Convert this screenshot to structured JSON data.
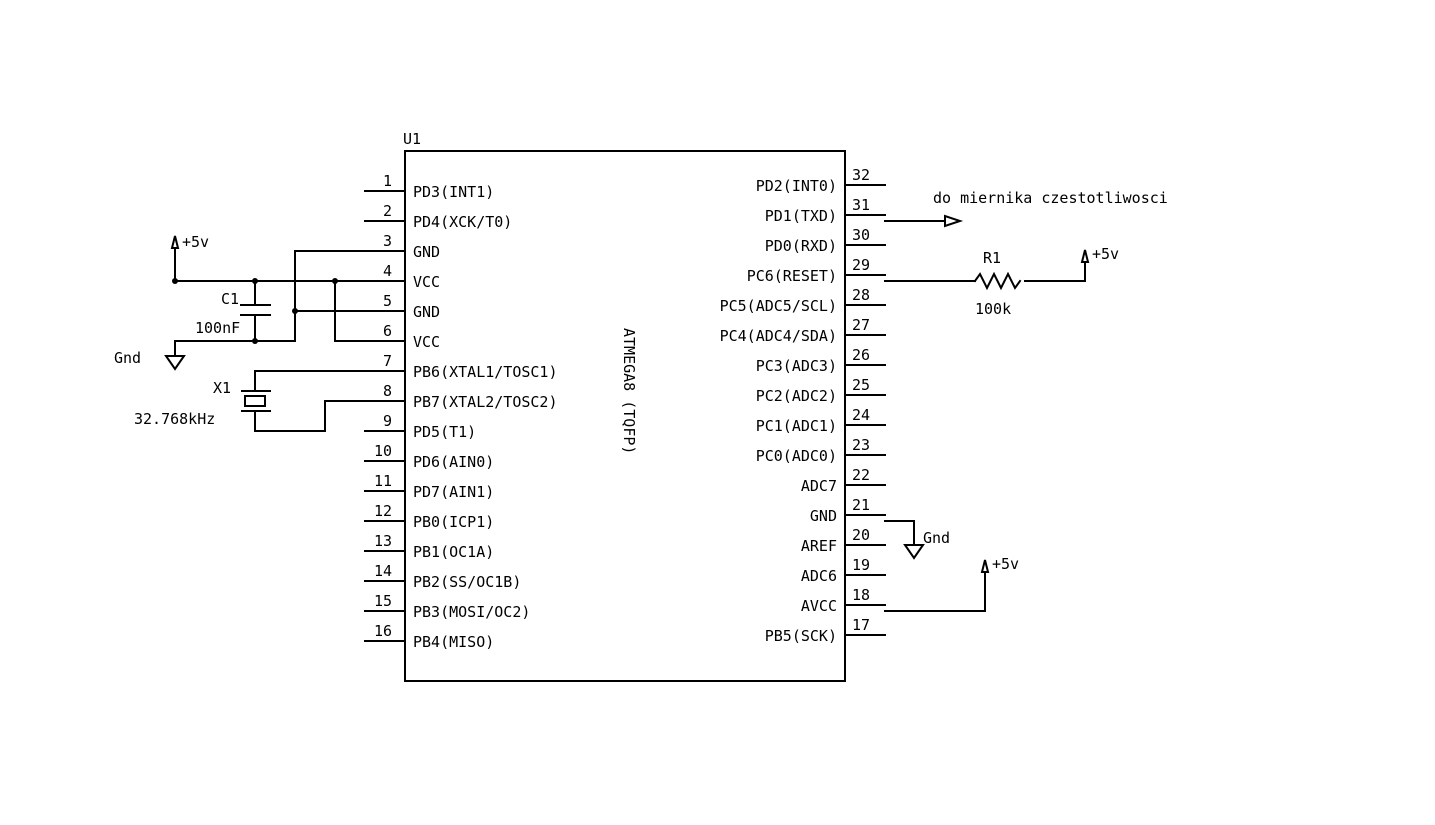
{
  "schematic": {
    "ic": {
      "ref": "U1",
      "part": "ATMEGA8 (TQFP)",
      "left_pins": [
        {
          "num": "1",
          "name": "PD3(INT1)"
        },
        {
          "num": "2",
          "name": "PD4(XCK/T0)"
        },
        {
          "num": "3",
          "name": "GND"
        },
        {
          "num": "4",
          "name": "VCC"
        },
        {
          "num": "5",
          "name": "GND"
        },
        {
          "num": "6",
          "name": "VCC"
        },
        {
          "num": "7",
          "name": "PB6(XTAL1/TOSC1)"
        },
        {
          "num": "8",
          "name": "PB7(XTAL2/TOSC2)"
        },
        {
          "num": "9",
          "name": "PD5(T1)"
        },
        {
          "num": "10",
          "name": "PD6(AIN0)"
        },
        {
          "num": "11",
          "name": "PD7(AIN1)"
        },
        {
          "num": "12",
          "name": "PB0(ICP1)"
        },
        {
          "num": "13",
          "name": "PB1(OC1A)"
        },
        {
          "num": "14",
          "name": "PB2(SS/OC1B)"
        },
        {
          "num": "15",
          "name": "PB3(MOSI/OC2)"
        },
        {
          "num": "16",
          "name": "PB4(MISO)"
        }
      ],
      "right_pins": [
        {
          "num": "32",
          "name": "PD2(INT0)"
        },
        {
          "num": "31",
          "name": "PD1(TXD)"
        },
        {
          "num": "30",
          "name": "PD0(RXD)"
        },
        {
          "num": "29",
          "name": "PC6(RESET)"
        },
        {
          "num": "28",
          "name": "PC5(ADC5/SCL)"
        },
        {
          "num": "27",
          "name": "PC4(ADC4/SDA)"
        },
        {
          "num": "26",
          "name": "PC3(ADC3)"
        },
        {
          "num": "25",
          "name": "PC2(ADC2)"
        },
        {
          "num": "24",
          "name": "PC1(ADC1)"
        },
        {
          "num": "23",
          "name": "PC0(ADC0)"
        },
        {
          "num": "22",
          "name": "ADC7"
        },
        {
          "num": "21",
          "name": "GND"
        },
        {
          "num": "20",
          "name": "AREF"
        },
        {
          "num": "19",
          "name": "ADC6"
        },
        {
          "num": "18",
          "name": "AVCC"
        },
        {
          "num": "17",
          "name": "PB5(SCK)"
        }
      ]
    },
    "c1": {
      "ref": "C1",
      "value": "100nF"
    },
    "x1": {
      "ref": "X1",
      "value": "32.768kHz"
    },
    "r1": {
      "ref": "R1",
      "value": "100k"
    },
    "power_label": "+5v",
    "ground_label": "Gnd",
    "output_label": "do miernika czestotliwosci"
  }
}
